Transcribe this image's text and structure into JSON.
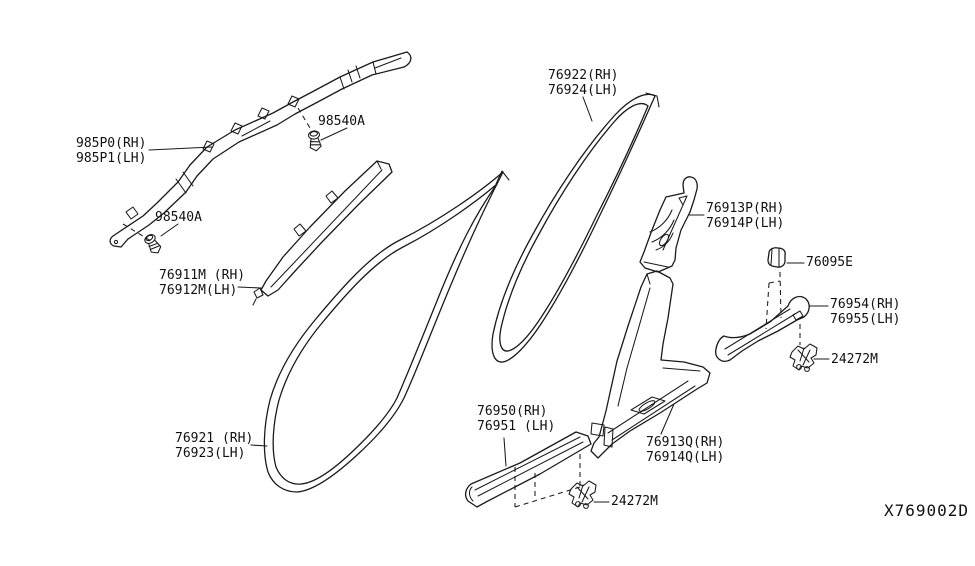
{
  "diagram": {
    "code": "X769002D",
    "colors": {
      "background": "#ffffff",
      "line": "#1a1a1a"
    },
    "labels": {
      "airbag": {
        "l1": "985P0(RH)",
        "l2": "985P1(LH)"
      },
      "screw_top": {
        "l1": "98540A"
      },
      "screw_left": {
        "l1": "98540A"
      },
      "a_pillar": {
        "l1": "76911M (RH)",
        "l2": "76912M(LH)"
      },
      "front_ws": {
        "l1": "76921 (RH)",
        "l2": "76923(LH)"
      },
      "rear_ws": {
        "l1": "76922(RH)",
        "l2": "76924(LH)"
      },
      "b_upper": {
        "l1": "76913P(RH)",
        "l2": "76914P(LH)"
      },
      "grommet": {
        "l1": "76095E"
      },
      "rear_sill": {
        "l1": "76954(RH)",
        "l2": "76955(LH)"
      },
      "clip_right": {
        "l1": "24272M"
      },
      "b_lower": {
        "l1": "76913Q(RH)",
        "l2": "76914Q(LH)"
      },
      "front_sill": {
        "l1": "76950(RH)",
        "l2": "76951 (LH)"
      },
      "clip_bottom": {
        "l1": "24272M"
      }
    }
  }
}
